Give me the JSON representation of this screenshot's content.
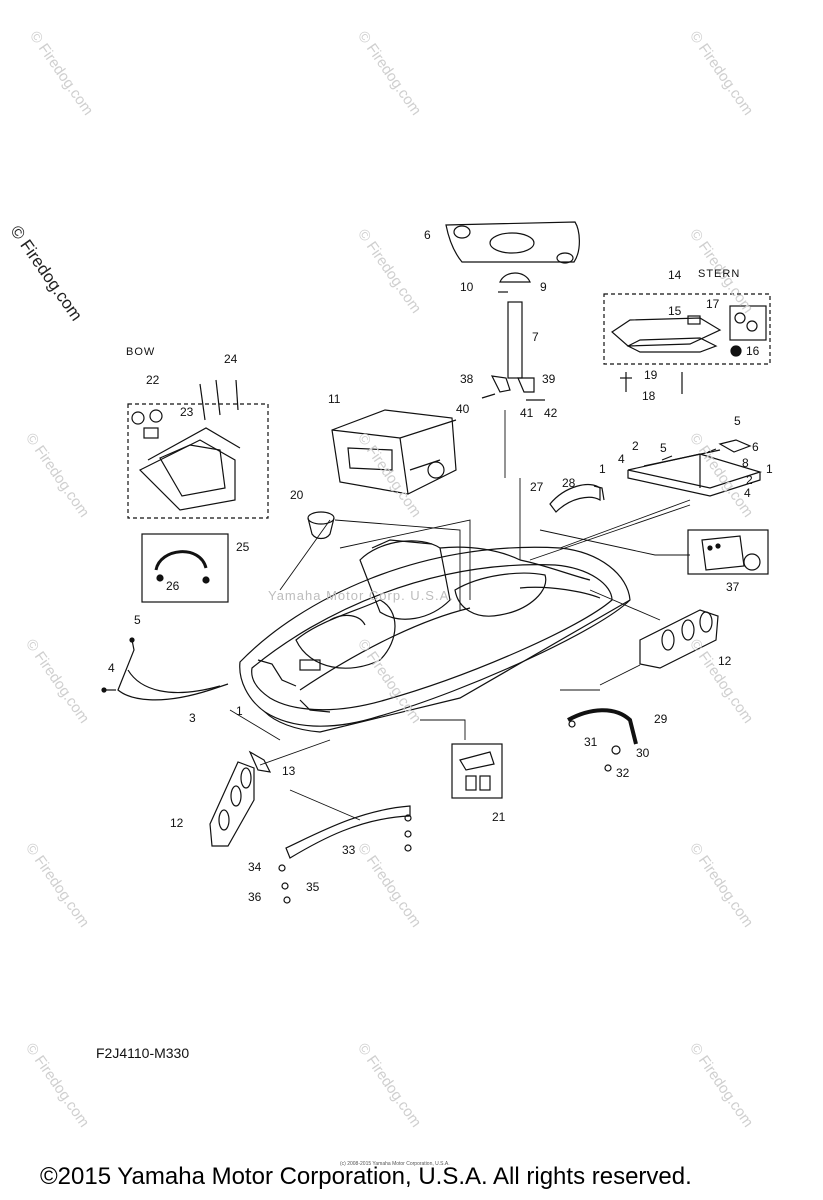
{
  "watermark": {
    "main": "© Firedog.com",
    "tile": "© Firedog.com"
  },
  "section_labels": {
    "bow": "BOW",
    "stern": "STERN"
  },
  "diagram_code": "F2J4110-M330",
  "fine_print": "(c) 2008-2015 Yamaha Motor Corporation, U.S.A.",
  "faded_text": "Yamaha Motor Corp. U.S.A.",
  "copyright": "©2015 Yamaha Motor Corporation, U.S.A. All rights reserved.",
  "callouts": [
    "1",
    "1",
    "1",
    "2",
    "2",
    "3",
    "4",
    "4",
    "4",
    "5",
    "5",
    "5",
    "6",
    "6",
    "7",
    "8",
    "9",
    "10",
    "11",
    "12",
    "12",
    "13",
    "14",
    "15",
    "16",
    "17",
    "18",
    "19",
    "20",
    "21",
    "22",
    "23",
    "24",
    "25",
    "26",
    "27",
    "28",
    "29",
    "30",
    "31",
    "32",
    "33",
    "34",
    "35",
    "36",
    "37",
    "38",
    "39",
    "40",
    "41",
    "42"
  ],
  "colors": {
    "line": "#111111",
    "watermark": "#cfcfcf"
  }
}
